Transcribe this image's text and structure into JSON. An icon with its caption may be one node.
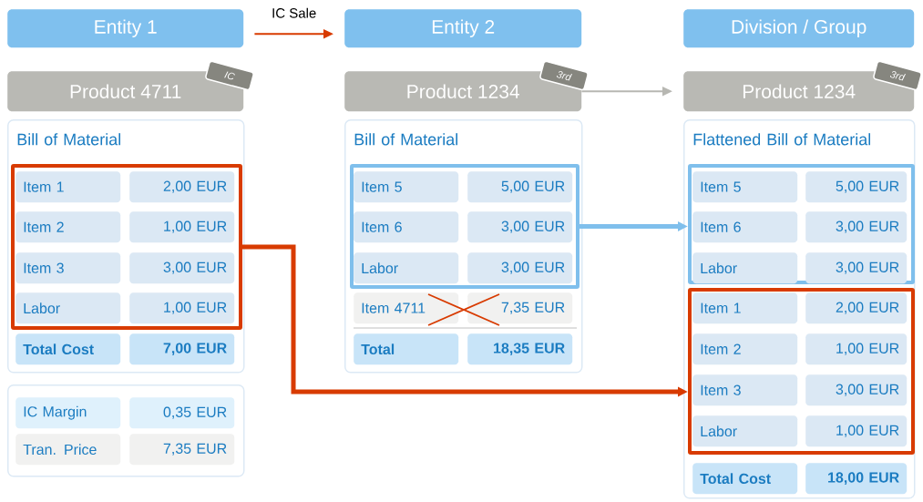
{
  "diagram": {
    "nodes": [
      {
        "text": [
          "Entity 1"
        ]
      },
      {
        "text": [
          "Entity 2"
        ]
      },
      {
        "text": [
          "Division / Group"
        ]
      },
      {
        "text": [
          "Product 4711"
        ]
      },
      {
        "text": [
          "IC"
        ]
      },
      {
        "text": [
          "Product 1234"
        ]
      },
      {
        "text": [
          "3rd"
        ]
      },
      {
        "text": [
          "Product 1234"
        ]
      },
      {
        "text": [
          "3rd"
        ]
      },
      {
        "text": [
          "Bill of Material"
        ]
      },
      {
        "text": [],
        "shape": "box",
        "in": 9
      },
      {
        "text": [
          "Item 1"
        ],
        "in": 10
      },
      {
        "text": [
          "2,00 EUR"
        ],
        "in": 10
      },
      {
        "text": [
          "Item 2"
        ],
        "in": 10
      },
      {
        "text": [
          "1,00 EUR"
        ],
        "in": 10
      },
      {
        "text": [
          "Item 3"
        ],
        "in": 10
      },
      {
        "text": [
          "3,00 EUR"
        ],
        "in": 10
      },
      {
        "text": [
          "Labor"
        ],
        "in": 10
      },
      {
        "text": [
          "1,00 EUR"
        ],
        "in": 10
      },
      {
        "text": [
          "Total Cost"
        ],
        "in": 9
      },
      {
        "text": [
          "7,00 EUR"
        ],
        "in": 9
      },
      {
        "text": [],
        "shape": "box"
      },
      {
        "text": [
          "IC Margin"
        ],
        "in": 21
      },
      {
        "text": [
          "0,35 EUR"
        ],
        "in": 21
      },
      {
        "text": [
          "Tran. Price"
        ],
        "in": 21
      },
      {
        "text": [
          "7,35 EUR"
        ],
        "in": 21
      },
      {
        "text": [
          "Bill of Material"
        ]
      },
      {
        "text": [],
        "shape": "box",
        "in": 26
      },
      {
        "text": [
          "Item 5"
        ],
        "in": 27
      },
      {
        "text": [
          "5,00 EUR"
        ],
        "in": 27
      },
      {
        "text": [
          "Item 6"
        ],
        "in": 27
      },
      {
        "text": [
          "3,00 EUR"
        ],
        "in": 27
      },
      {
        "text": [
          "Labor"
        ],
        "in": 27
      },
      {
        "text": [
          "3,00 EUR"
        ],
        "in": 27
      },
      {
        "text": [
          "Item 4711"
        ],
        "in": 26
      },
      {
        "text": [
          "7,35 EUR"
        ],
        "in": 26
      },
      {
        "text": [
          "Total"
        ],
        "in": 26
      },
      {
        "text": [
          "18,35 EUR"
        ],
        "in": 26
      },
      {
        "text": [
          "Flattened Bill of Material"
        ]
      },
      {
        "text": [],
        "shape": "box",
        "in": 38
      },
      {
        "text": [
          "Item 5"
        ],
        "in": 39
      },
      {
        "text": [
          "5,00 EUR"
        ],
        "in": 39
      },
      {
        "text": [
          "Item 6"
        ],
        "in": 39
      },
      {
        "text": [
          "3,00 EUR"
        ],
        "in": 39
      },
      {
        "text": [
          "Labor"
        ],
        "in": 39
      },
      {
        "text": [
          "3,00 EUR"
        ],
        "in": 39
      },
      {
        "text": [],
        "shape": "box",
        "in": 38
      },
      {
        "text": [
          "Item 1"
        ],
        "in": 46
      },
      {
        "text": [
          "2,00 EUR"
        ],
        "in": 46
      },
      {
        "text": [
          "Item 2"
        ],
        "in": 46
      },
      {
        "text": [
          "1,00 EUR"
        ],
        "in": 46
      },
      {
        "text": [
          "Item 3"
        ],
        "in": 46
      },
      {
        "text": [
          "3,00 EUR"
        ],
        "in": 46
      },
      {
        "text": [
          "Labor"
        ],
        "in": 46
      },
      {
        "text": [
          "1,00 EUR"
        ],
        "in": 46
      },
      {
        "text": [
          "Total Cost"
        ],
        "in": 38
      },
      {
        "text": [
          "18,00 EUR"
        ],
        "in": 38
      }
    ],
    "edges": [
      {
        "from": 0,
        "to": 1,
        "arrow": "to",
        "label": "IC Sale",
        "color": "#d83b01"
      },
      {
        "from": 5,
        "to": 7,
        "arrow": "to",
        "color": "#b7b7b2"
      },
      {
        "from": 27,
        "to": 39,
        "arrow": "to",
        "style": "thick",
        "color": "#7fbfec"
      },
      {
        "from": 10,
        "to": 46,
        "arrow": "to",
        "style": "thick",
        "color": "#d83b01"
      }
    ]
  }
}
